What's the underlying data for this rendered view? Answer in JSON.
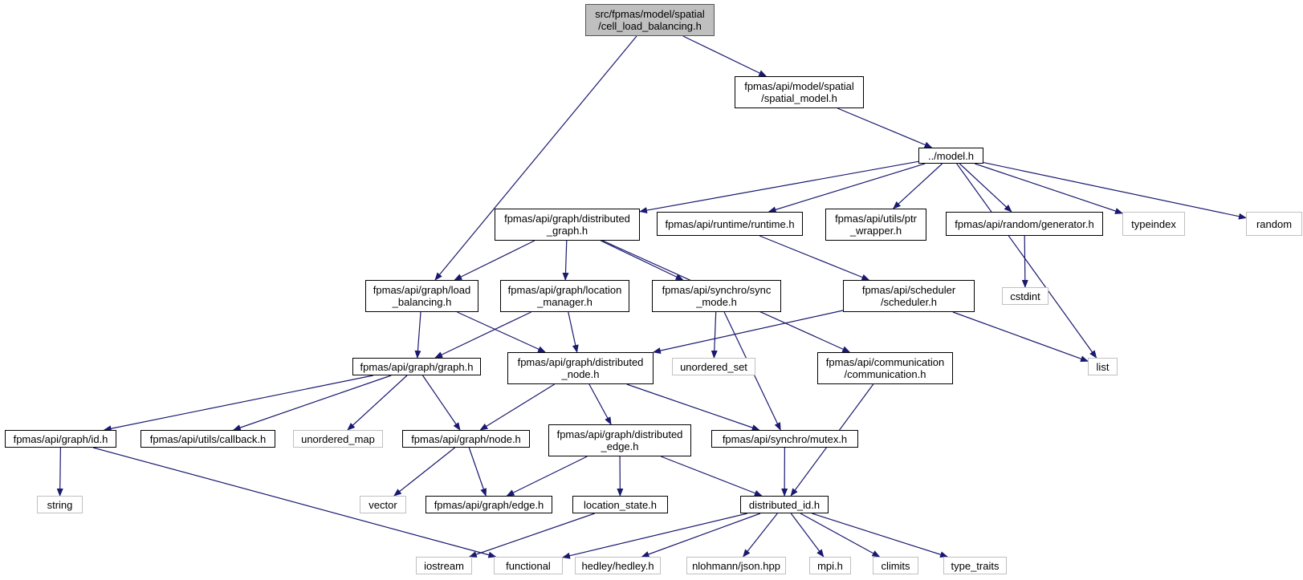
{
  "diagram": {
    "edge_color": "#191970",
    "root_fill": "#bfbfbf",
    "external_border": "#c0c0c0",
    "nodes": [
      {
        "id": "root",
        "label": "src/fpmas/model/spatial\n/cell_load_balancing.h",
        "kind": "root"
      },
      {
        "id": "spatial_model",
        "label": "fpmas/api/model/spatial\n/spatial_model.h",
        "kind": "main"
      },
      {
        "id": "model",
        "label": "../model.h",
        "kind": "main"
      },
      {
        "id": "distributed_graph",
        "label": "fpmas/api/graph/distributed\n_graph.h",
        "kind": "main"
      },
      {
        "id": "runtime",
        "label": "fpmas/api/runtime/runtime.h",
        "kind": "main"
      },
      {
        "id": "ptr_wrapper",
        "label": "fpmas/api/utils/ptr\n_wrapper.h",
        "kind": "main"
      },
      {
        "id": "generator",
        "label": "fpmas/api/random/generator.h",
        "kind": "main"
      },
      {
        "id": "typeindex",
        "label": "typeindex",
        "kind": "ext"
      },
      {
        "id": "random",
        "label": "random",
        "kind": "ext"
      },
      {
        "id": "load_balancing",
        "label": "fpmas/api/graph/load\n_balancing.h",
        "kind": "main"
      },
      {
        "id": "location_manager",
        "label": "fpmas/api/graph/location\n_manager.h",
        "kind": "main"
      },
      {
        "id": "sync_mode",
        "label": "fpmas/api/synchro/sync\n_mode.h",
        "kind": "main"
      },
      {
        "id": "scheduler",
        "label": "fpmas/api/scheduler\n/scheduler.h",
        "kind": "main"
      },
      {
        "id": "cstdint",
        "label": "cstdint",
        "kind": "ext"
      },
      {
        "id": "graph",
        "label": "fpmas/api/graph/graph.h",
        "kind": "main"
      },
      {
        "id": "distributed_node",
        "label": "fpmas/api/graph/distributed\n_node.h",
        "kind": "main"
      },
      {
        "id": "unordered_set",
        "label": "unordered_set",
        "kind": "ext"
      },
      {
        "id": "communication",
        "label": "fpmas/api/communication\n/communication.h",
        "kind": "main"
      },
      {
        "id": "list",
        "label": "list",
        "kind": "ext"
      },
      {
        "id": "id",
        "label": "fpmas/api/graph/id.h",
        "kind": "main"
      },
      {
        "id": "callback",
        "label": "fpmas/api/utils/callback.h",
        "kind": "main"
      },
      {
        "id": "unordered_map",
        "label": "unordered_map",
        "kind": "ext"
      },
      {
        "id": "node",
        "label": "fpmas/api/graph/node.h",
        "kind": "main"
      },
      {
        "id": "distributed_edge",
        "label": "fpmas/api/graph/distributed\n_edge.h",
        "kind": "main"
      },
      {
        "id": "mutex",
        "label": "fpmas/api/synchro/mutex.h",
        "kind": "main"
      },
      {
        "id": "string",
        "label": "string",
        "kind": "ext"
      },
      {
        "id": "vector",
        "label": "vector",
        "kind": "ext"
      },
      {
        "id": "edge",
        "label": "fpmas/api/graph/edge.h",
        "kind": "main"
      },
      {
        "id": "location_state",
        "label": "location_state.h",
        "kind": "main"
      },
      {
        "id": "distributed_id",
        "label": "distributed_id.h",
        "kind": "main"
      },
      {
        "id": "iostream",
        "label": "iostream",
        "kind": "ext"
      },
      {
        "id": "functional",
        "label": "functional",
        "kind": "ext"
      },
      {
        "id": "hedley",
        "label": "hedley/hedley.h",
        "kind": "ext"
      },
      {
        "id": "json",
        "label": "nlohmann/json.hpp",
        "kind": "ext"
      },
      {
        "id": "mpi",
        "label": "mpi.h",
        "kind": "ext"
      },
      {
        "id": "climits",
        "label": "climits",
        "kind": "ext"
      },
      {
        "id": "type_traits",
        "label": "type_traits",
        "kind": "ext"
      }
    ],
    "edges": [
      [
        "root",
        "spatial_model"
      ],
      [
        "root",
        "load_balancing"
      ],
      [
        "spatial_model",
        "model"
      ],
      [
        "model",
        "distributed_graph"
      ],
      [
        "model",
        "runtime"
      ],
      [
        "model",
        "ptr_wrapper"
      ],
      [
        "model",
        "generator"
      ],
      [
        "model",
        "typeindex"
      ],
      [
        "model",
        "random"
      ],
      [
        "model",
        "list"
      ],
      [
        "distributed_graph",
        "load_balancing"
      ],
      [
        "distributed_graph",
        "location_manager"
      ],
      [
        "distributed_graph",
        "sync_mode"
      ],
      [
        "distributed_graph",
        "communication"
      ],
      [
        "runtime",
        "scheduler"
      ],
      [
        "generator",
        "cstdint"
      ],
      [
        "load_balancing",
        "graph"
      ],
      [
        "load_balancing",
        "distributed_node"
      ],
      [
        "location_manager",
        "graph"
      ],
      [
        "location_manager",
        "distributed_node"
      ],
      [
        "sync_mode",
        "unordered_set"
      ],
      [
        "sync_mode",
        "mutex"
      ],
      [
        "scheduler",
        "distributed_node"
      ],
      [
        "scheduler",
        "list"
      ],
      [
        "graph",
        "id"
      ],
      [
        "graph",
        "callback"
      ],
      [
        "graph",
        "unordered_map"
      ],
      [
        "graph",
        "node"
      ],
      [
        "distributed_node",
        "node"
      ],
      [
        "distributed_node",
        "distributed_edge"
      ],
      [
        "distributed_node",
        "mutex"
      ],
      [
        "communication",
        "distributed_id"
      ],
      [
        "id",
        "string"
      ],
      [
        "id",
        "functional"
      ],
      [
        "node",
        "vector"
      ],
      [
        "node",
        "edge"
      ],
      [
        "distributed_edge",
        "edge"
      ],
      [
        "distributed_edge",
        "location_state"
      ],
      [
        "distributed_edge",
        "distributed_id"
      ],
      [
        "mutex",
        "distributed_id"
      ],
      [
        "location_state",
        "iostream"
      ],
      [
        "distributed_id",
        "functional"
      ],
      [
        "distributed_id",
        "hedley"
      ],
      [
        "distributed_id",
        "json"
      ],
      [
        "distributed_id",
        "mpi"
      ],
      [
        "distributed_id",
        "climits"
      ],
      [
        "distributed_id",
        "type_traits"
      ]
    ]
  }
}
